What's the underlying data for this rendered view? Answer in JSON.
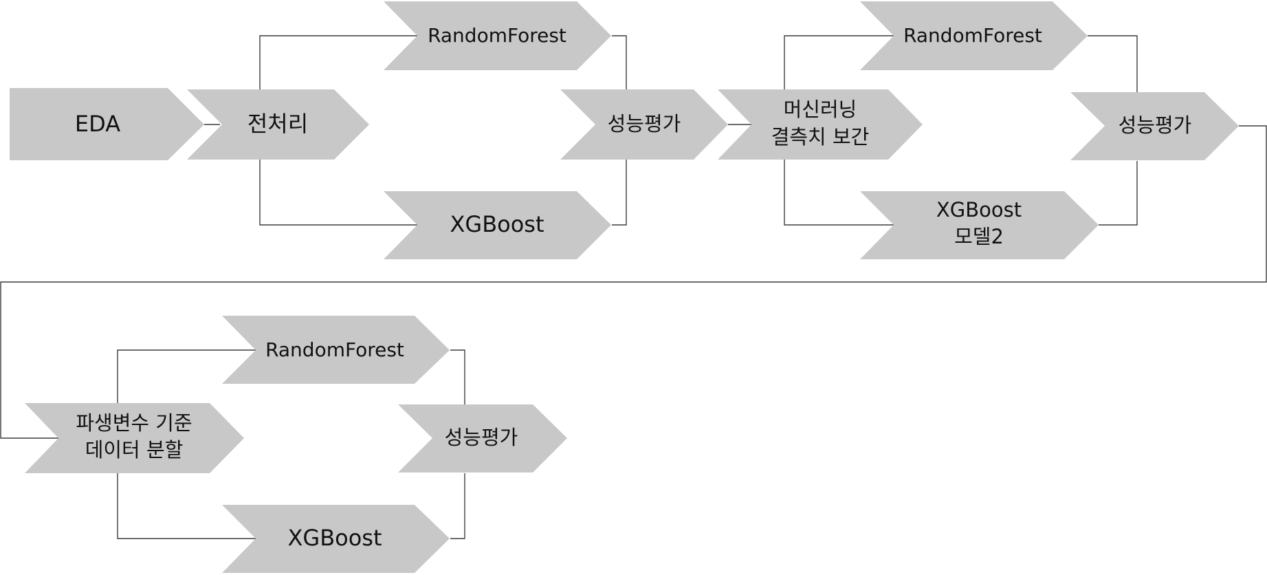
{
  "diagram": {
    "fill_color": "#c8c8c8",
    "line_color": "#3c3c3c",
    "text_color": "#111111",
    "nodes": {
      "eda": "EDA",
      "preprocess": "전처리",
      "rf1": "RandomForest",
      "xgb1": "XGBoost",
      "eval1": "성능평가",
      "ml_impute": [
        "머신러닝",
        "결측치 보간"
      ],
      "rf2": "RandomForest",
      "xgb2": [
        "XGBoost",
        "모델2"
      ],
      "eval2": "성능평가",
      "split": [
        "파생변수 기준",
        "데이터 분할"
      ],
      "rf3": "RandomForest",
      "xgb3": "XGBoost",
      "eval3": "성능평가"
    }
  }
}
